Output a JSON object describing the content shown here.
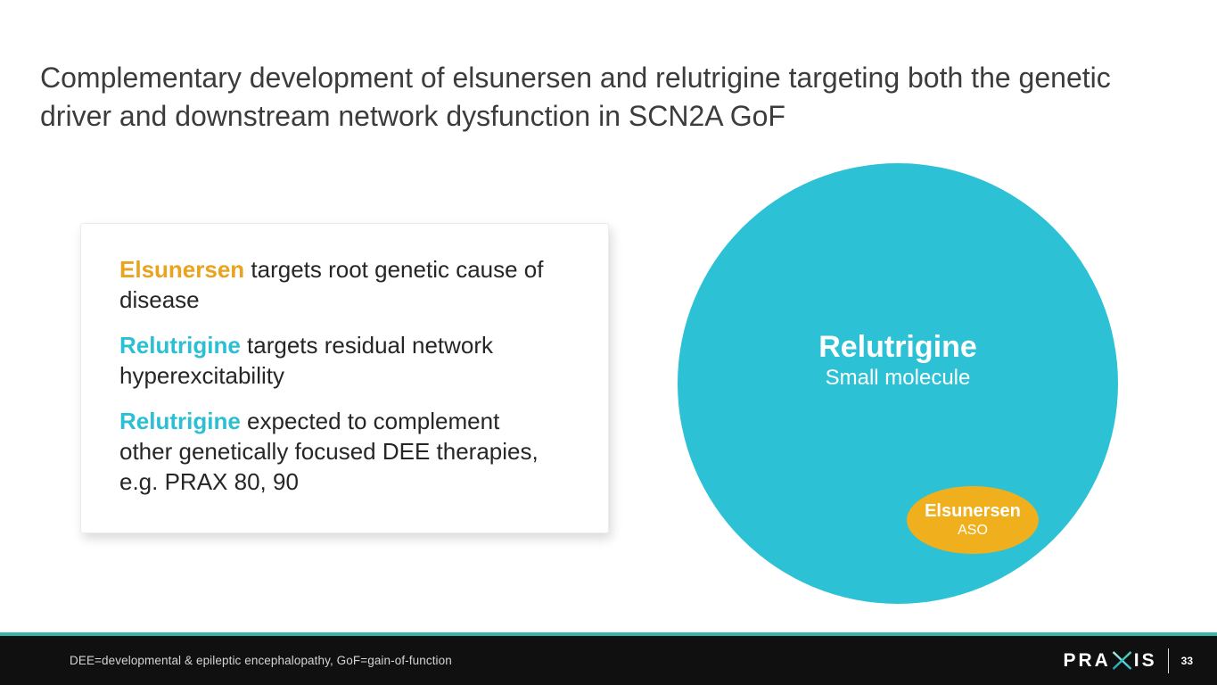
{
  "slide": {
    "title": "Complementary development of elsunersen and relutrigine targeting both the genetic driver and downstream network dysfunction in SCN2A GoF"
  },
  "card": {
    "items": [
      {
        "lead": "Elsunersen",
        "rest": " targets root genetic cause of disease"
      },
      {
        "lead": "Relutrigine",
        "rest": " targets residual network hyperexcitability"
      },
      {
        "lead": "Relutrigine",
        "rest": " expected to complement other genetically focused DEE therapies, e.g. PRAX 80, 90"
      }
    ]
  },
  "diagram": {
    "big_circle": {
      "label": "Relutrigine",
      "sublabel": "Small molecule"
    },
    "small_ellipse": {
      "label": "Elsunersen",
      "sublabel": "ASO"
    }
  },
  "footer": {
    "footnote": "DEE=developmental & epileptic encephalopathy, GoF=gain-of-function",
    "logo_pre": "PRA",
    "logo_post": "IS",
    "page_number": "33"
  },
  "colors": {
    "amber_text": "#E9A31D",
    "amber_fill": "#F0B01D",
    "cyan_text": "#2BBFD4",
    "cyan_fill": "#2CC1D5",
    "title_text": "#3C3C3C",
    "footer_bg": "#101010",
    "footer_rule": "#36B5A8"
  }
}
